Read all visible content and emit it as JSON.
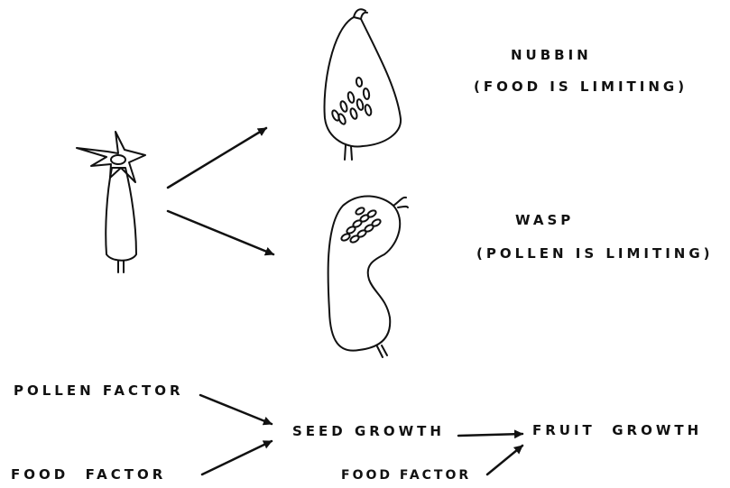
{
  "labels": {
    "nubbin_title": "NUBBIN",
    "nubbin_note": "(FOOD IS LIMITING)",
    "wasp_title": "WASP",
    "wasp_note": "(POLLEN IS LIMITING)",
    "pollen_factor": "POLLEN FACTOR",
    "food_factor_left": "FOOD  FACTOR",
    "seed_growth": "SEED GROWTH",
    "fruit_growth": "FRUIT  GROWTH",
    "food_factor_bottom": "FOOD FACTOR"
  },
  "colors": {
    "ink": "#111111",
    "paper": "#ffffff"
  }
}
